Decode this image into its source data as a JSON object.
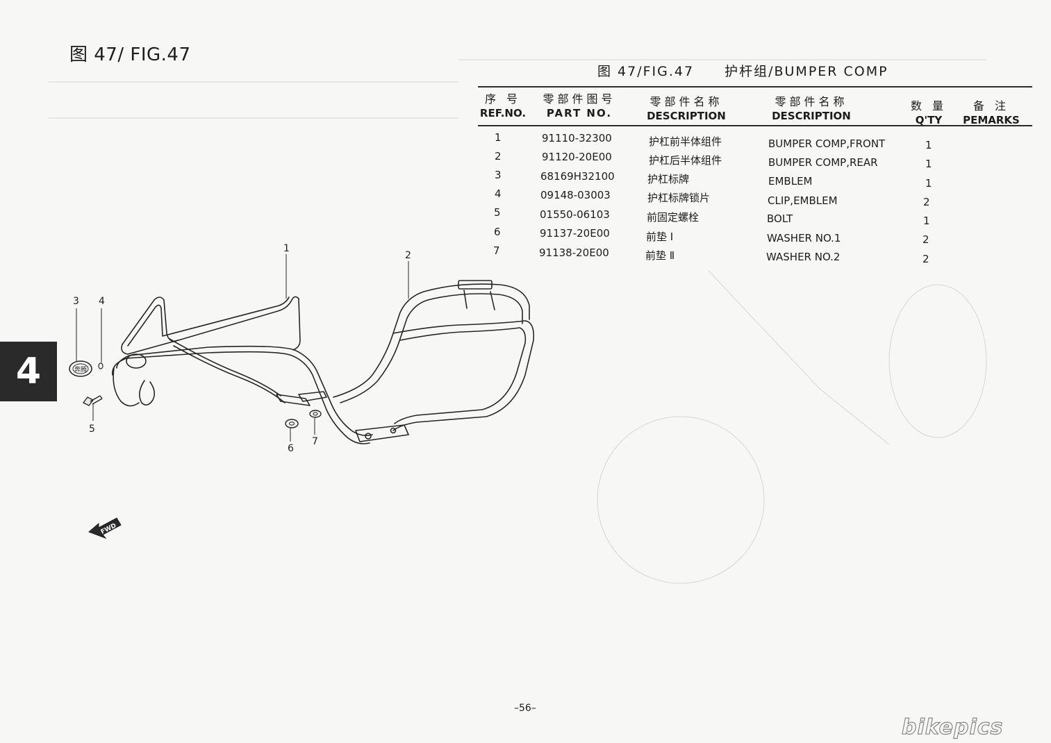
{
  "page": {
    "title": "图 47/ FIG.47",
    "section_tab": "4",
    "page_number": "–56–",
    "watermark": "bikepics"
  },
  "table": {
    "title": "图 47/FIG.47",
    "subtitle": "护杆组/BUMPER COMP",
    "headers": {
      "ref": {
        "cn": "序 号",
        "en": "REF.NO."
      },
      "part": {
        "cn": "零部件图号",
        "en": "PART NO."
      },
      "desc_cn": {
        "cn": "零部件名称",
        "en": "DESCRIPTION"
      },
      "desc_en": {
        "cn": "零部件名称",
        "en": "DESCRIPTION"
      },
      "qty": {
        "cn": "数 量",
        "en": "Q'TY"
      },
      "remarks": {
        "cn": "备 注",
        "en": "PEMARKS"
      }
    },
    "rows": [
      {
        "ref": "1",
        "part": "91110-32300",
        "desc_cn": "护杠前半体组件",
        "desc_en": "BUMPER COMP,FRONT",
        "qty": "1"
      },
      {
        "ref": "2",
        "part": "91120-20E00",
        "desc_cn": "护杠后半体组件",
        "desc_en": "BUMPER COMP,REAR",
        "qty": "1"
      },
      {
        "ref": "3",
        "part": "68169H32100",
        "desc_cn": "护杠标牌",
        "desc_en": "EMBLEM",
        "qty": "1"
      },
      {
        "ref": "4",
        "part": "09148-03003",
        "desc_cn": "护杠标牌锁片",
        "desc_en": "CLIP,EMBLEM",
        "qty": "2"
      },
      {
        "ref": "5",
        "part": "01550-06103",
        "desc_cn": "前固定螺栓",
        "desc_en": "BOLT",
        "qty": "1"
      },
      {
        "ref": "6",
        "part": "91137-20E00",
        "desc_cn": "前垫 Ⅰ",
        "desc_en": "WASHER NO.1",
        "qty": "2"
      },
      {
        "ref": "7",
        "part": "91138-20E00",
        "desc_cn": "前垫 Ⅱ",
        "desc_en": "WASHER NO.2",
        "qty": "2"
      }
    ]
  },
  "diagram": {
    "callouts": [
      "1",
      "2",
      "3",
      "4",
      "5",
      "6",
      "7"
    ],
    "emblem_text": "奔腾",
    "fwd_label": "FWD"
  }
}
